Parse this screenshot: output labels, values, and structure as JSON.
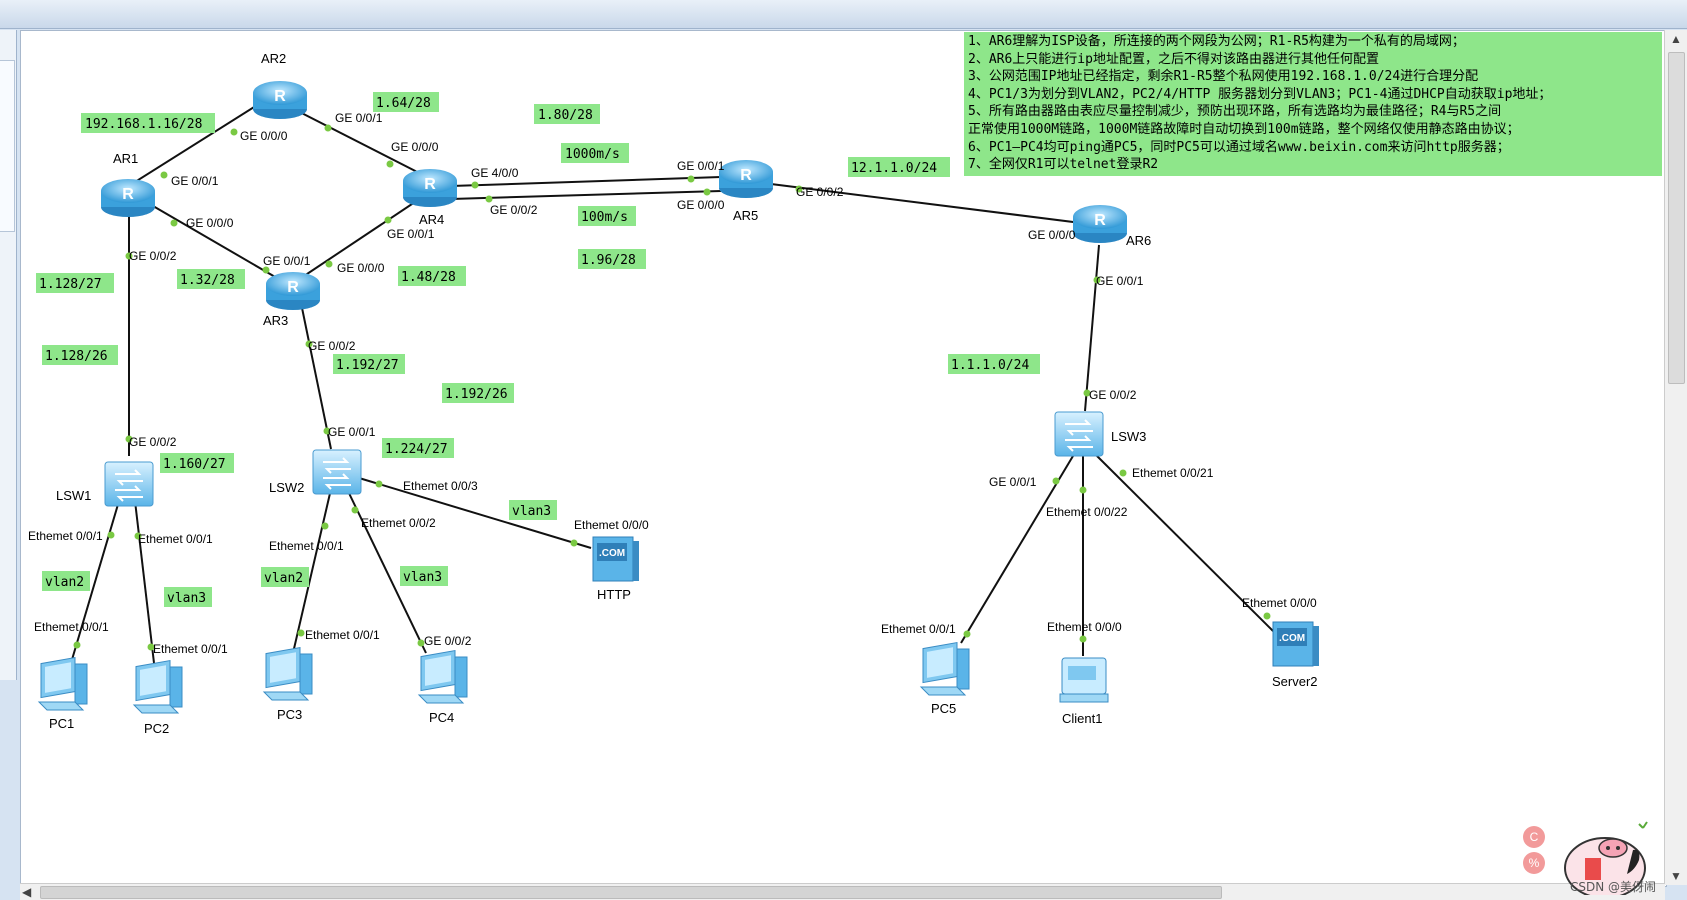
{
  "notes": [
    "1、AR6理解为ISP设备，所连接的两个网段为公网；R1-R5构建为一个私有的局域网；",
    "2、AR6上只能进行ip地址配置，之后不得对该路由器进行其他任何配置",
    "3、公网范围IP地址已经指定，剩余R1-R5整个私网使用192.168.1.0/24进行合理分配",
    "4、PC1/3为划分到VLAN2，PC2/4/HTTP 服务器划分到VLAN3；PC1-4通过DHCP自动获取ip地址；",
    "5、所有路由器路由表应尽量控制减少，预防出现环路，所有选路均为最佳路径；R4与R5之间",
    "正常使用1000M链路，1000M链路故障时自动切换到100m链路，整个网络仅使用静态路由协议；",
    "6、PC1—PC4均可ping通PC5，同时PC5可以通过域名www.beixin.com来访问http服务器；",
    "7、全网仅R1可以telnet登录R2"
  ],
  "devices": {
    "ar1": "AR1",
    "ar2": "AR2",
    "ar3": "AR3",
    "ar4": "AR4",
    "ar5": "AR5",
    "ar6": "AR6",
    "lsw1": "LSW1",
    "lsw2": "LSW2",
    "lsw3": "LSW3",
    "pc1": "PC1",
    "pc2": "PC2",
    "pc3": "PC3",
    "pc4": "PC4",
    "pc5": "PC5",
    "http": "HTTP",
    "client1": "Client1",
    "server2": "Server2"
  },
  "subnet_tags": {
    "t1": "192.168.1.16/28",
    "t2": "1.64/28",
    "t3": "1.80/28",
    "t4": "1000m/s",
    "t5": "100m/s",
    "t6": "1.96/28",
    "t7": "12.1.1.0/24",
    "t8": "1.128/27",
    "t9": "1.32/28",
    "t10": "1.48/28",
    "t11": "1.128/26",
    "t12": "1.192/27",
    "t13": "1.192/26",
    "t14": "1.224/27",
    "t15": "1.160/27",
    "t16": "1.1.1.0/24",
    "t17": "vlan3",
    "t18": "vlan2",
    "t19": "vlan3",
    "t20": "vlan2",
    "t21": "vlan3"
  },
  "ports": {
    "p1": "GE 0/0/0",
    "p2": "GE 0/0/1",
    "p3": "GE 0/0/1",
    "p4": "GE 0/0/0",
    "p5": "GE 0/0/0",
    "p6": "GE 4/0/0",
    "p7": "GE 0/0/1",
    "p8": "GE 0/0/2",
    "p9": "GE 0/0/0",
    "p10": "GE 0/0/2",
    "p11": "GE 0/0/0",
    "p12": "GE 0/0/1",
    "p13": "GE 0/0/2",
    "p14": "GE 0/0/1",
    "p15": "GE 0/0/0",
    "p16": "GE 0/0/2",
    "p17": "GE 0/0/2",
    "p18": "Ethemet 0/0/3",
    "p19": "Ethemet 0/0/2",
    "p20": "Ethemet 0/0/1",
    "p21": "Ethemet 0/0/0",
    "p22": "GE 0/0/1",
    "p23": "Ethemet 0/0/1",
    "p24": "Ethemet 0/0/1",
    "p25": "Ethemet 0/0/1",
    "p26": "Ethemet 0/0/1",
    "p27": "Ethemet 0/0/1",
    "p28": "GE 0/0/1",
    "p29": "GE 0/0/2",
    "p30": "GE 0/0/1",
    "p31": "Ethemet 0/0/22",
    "p32": "Ethemet 0/0/21",
    "p33": "Ethemet 0/0/1",
    "p34": "Ethemet 0/0/0",
    "p35": "Ethemet 0/0/0",
    "p36": "GE 0/0/2"
  },
  "watermark": "CSDN @美伢闹",
  "colors": {
    "tag": "#8ee68a",
    "router": "#5ab4e8",
    "link": "#111111",
    "port_dot": "#7ac943"
  }
}
